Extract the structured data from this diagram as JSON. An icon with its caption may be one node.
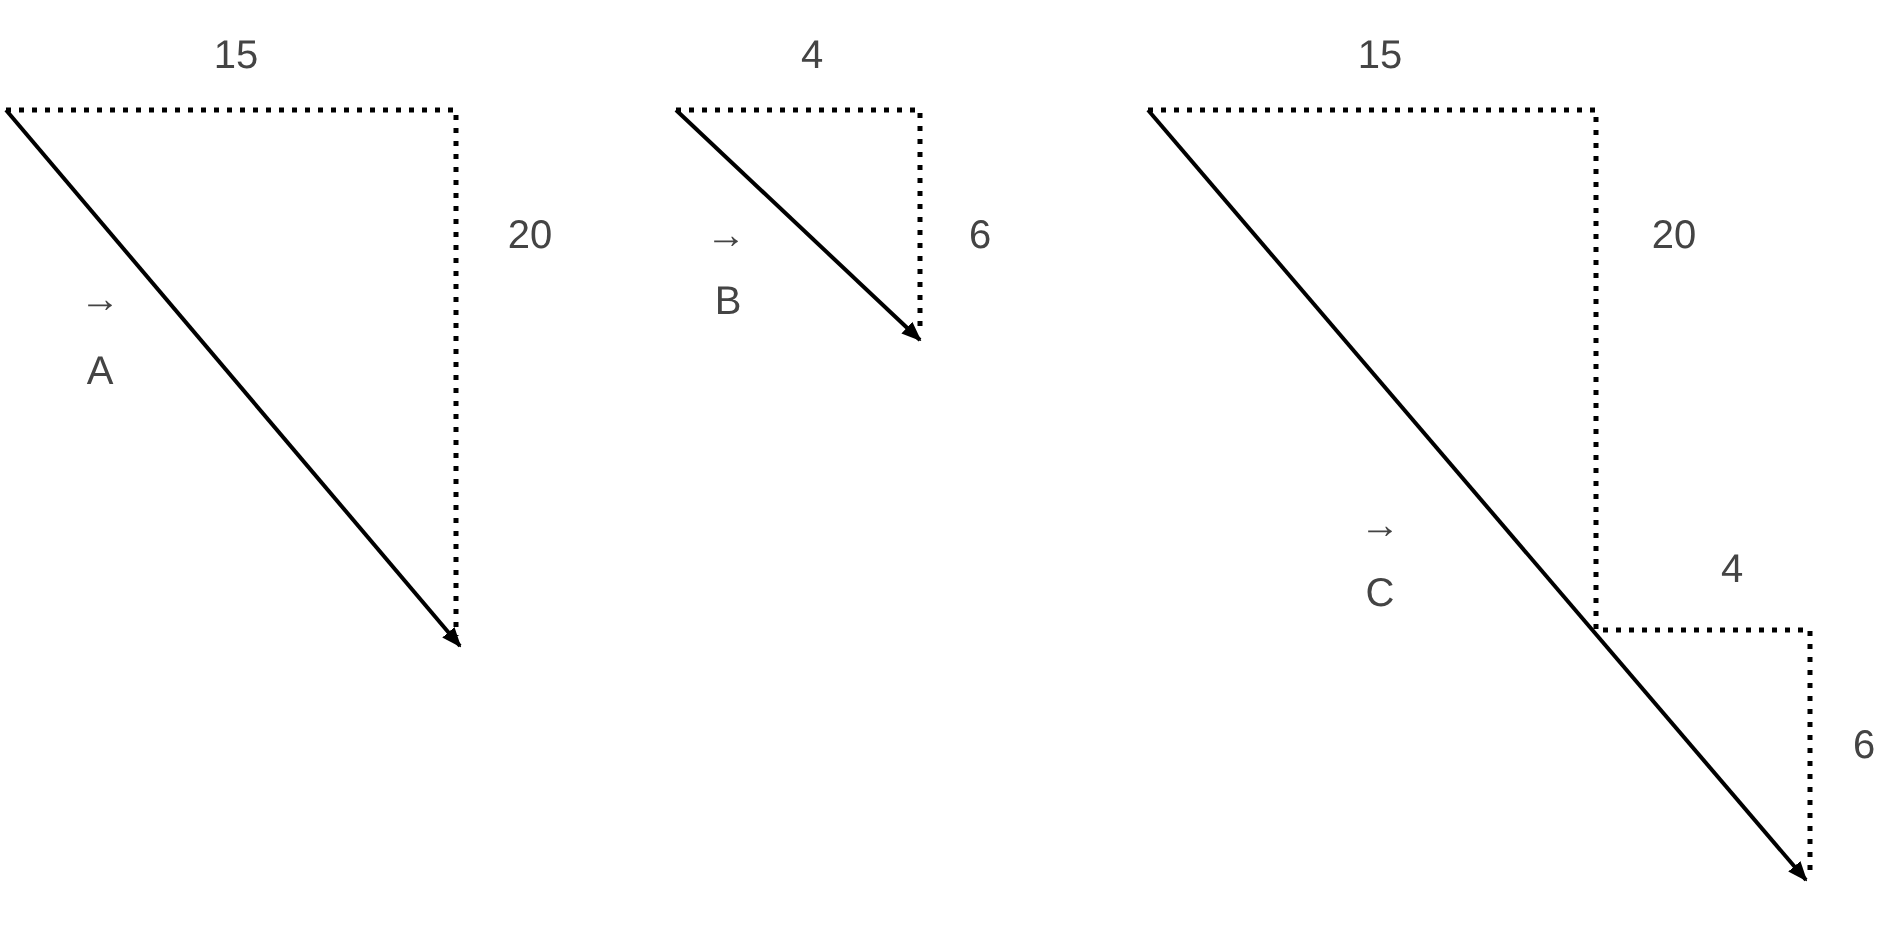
{
  "diagram": {
    "labels": [
      "15",
      "20",
      "→",
      "A",
      "4",
      "6",
      "→",
      "B",
      "15",
      "20",
      "→",
      "C",
      "4",
      "6"
    ]
  }
}
